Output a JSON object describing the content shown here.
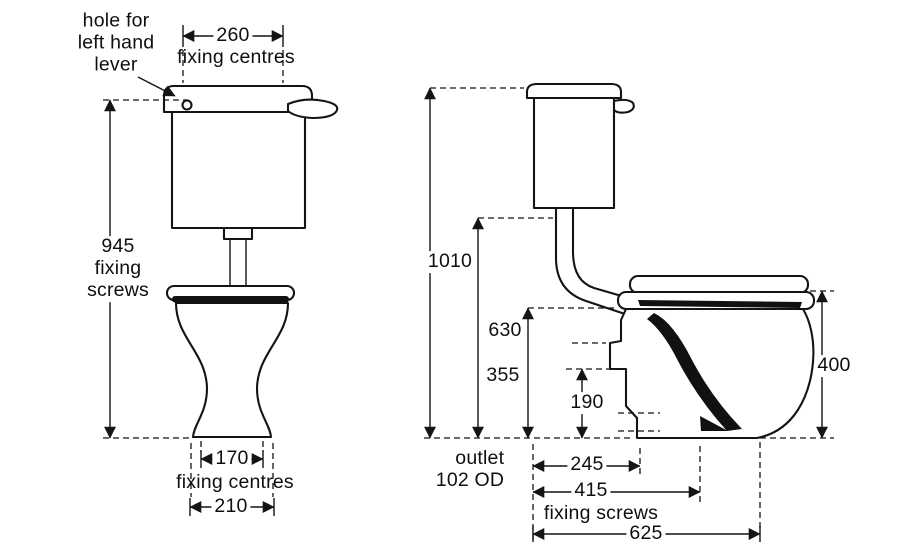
{
  "front_view": {
    "lever_note": "hole for\nleft hand\nlever",
    "dim_fixing_centres_top": {
      "value": "260",
      "label": "fixing centres"
    },
    "dim_fixing_screws": {
      "value": "945",
      "label": "fixing\nscrews"
    },
    "dim_fixing_centres_bottom": {
      "value": "170",
      "label": "fixing centres"
    },
    "dim_base_width": {
      "value": "210"
    }
  },
  "side_view": {
    "dim_overall_height": "1010",
    "dim_cistern_height": "630",
    "dim_rim_height": "355",
    "dim_outlet_height": "190",
    "dim_seat_height": "400",
    "outlet_note": "outlet\n102 OD",
    "dim_outlet_setout": "245",
    "dim_fixing_screws_setout": {
      "value": "415",
      "label": "fixing screws"
    },
    "dim_overall_depth": "625"
  }
}
